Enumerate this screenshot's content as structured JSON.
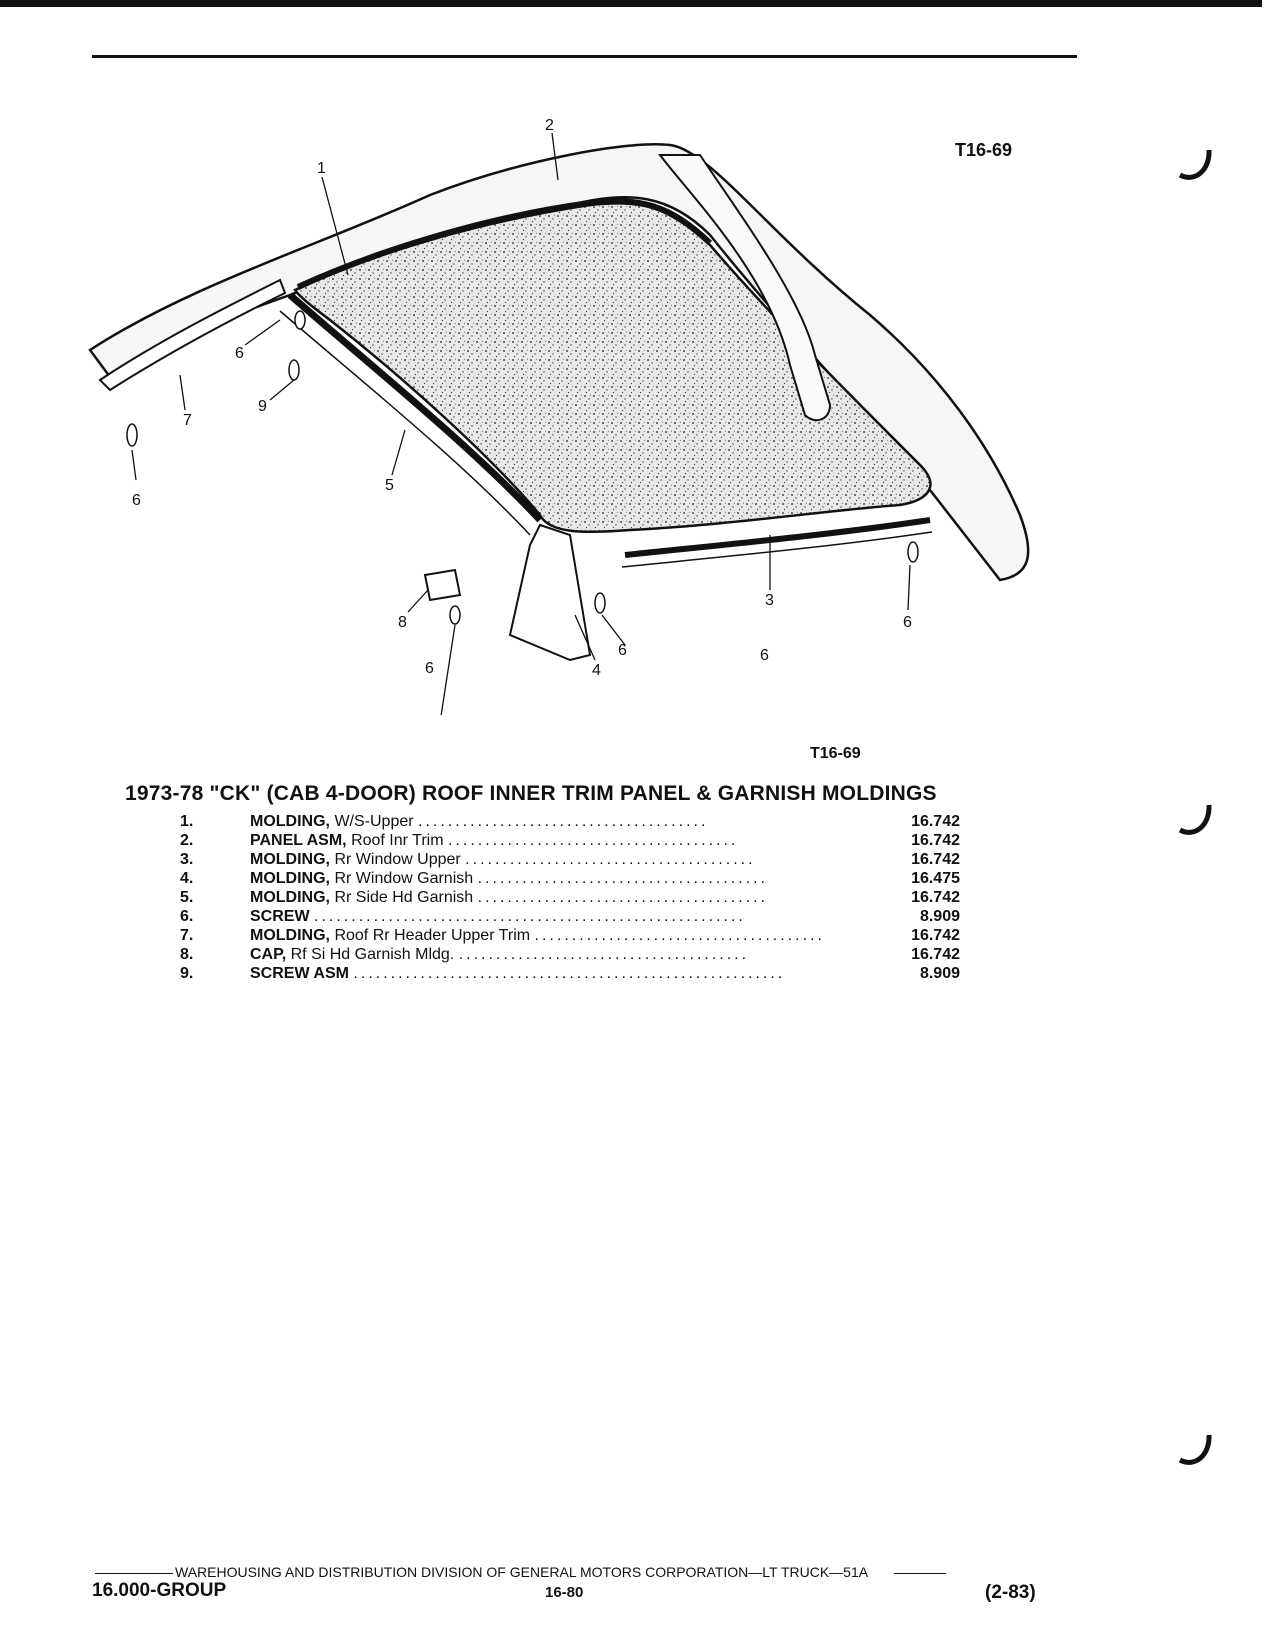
{
  "figure": {
    "code_top": "T16-69",
    "code_bottom": "T16-69",
    "callouts": [
      "1",
      "2",
      "3",
      "4",
      "5",
      "6",
      "6",
      "6",
      "6",
      "6",
      "6",
      "7",
      "8",
      "9"
    ]
  },
  "title": "1973-78 \"CK\" (CAB 4-DOOR) ROOF INNER TRIM PANEL & GARNISH MOLDINGS",
  "parts": [
    {
      "num": "1.",
      "name": "MOLDING,",
      "desc": "W/S-Upper",
      "group": "16.742"
    },
    {
      "num": "2.",
      "name": "PANEL ASM,",
      "desc": "Roof Inr Trim",
      "group": "16.742"
    },
    {
      "num": "3.",
      "name": "MOLDING,",
      "desc": "Rr Window Upper",
      "group": "16.742"
    },
    {
      "num": "4.",
      "name": "MOLDING,",
      "desc": "Rr Window Garnish",
      "group": "16.475"
    },
    {
      "num": "5.",
      "name": "MOLDING,",
      "desc": "Rr Side Hd Garnish",
      "group": "16.742"
    },
    {
      "num": "6.",
      "name": "SCREW",
      "desc": "",
      "group": "8.909"
    },
    {
      "num": "7.",
      "name": "MOLDING,",
      "desc": "Roof Rr Header Upper Trim",
      "group": "16.742"
    },
    {
      "num": "8.",
      "name": "CAP,",
      "desc": "Rf Si Hd Garnish Mldg.",
      "group": "16.742"
    },
    {
      "num": "9.",
      "name": "SCREW ASM",
      "desc": "",
      "group": "8.909"
    }
  ],
  "footer": {
    "division": "WAREHOUSING AND DISTRIBUTION  DIVISION OF GENERAL MOTORS CORPORATION—LT TRUCK—51A",
    "group": "16.000-GROUP",
    "page": "16-80",
    "date": "(2-83)"
  }
}
